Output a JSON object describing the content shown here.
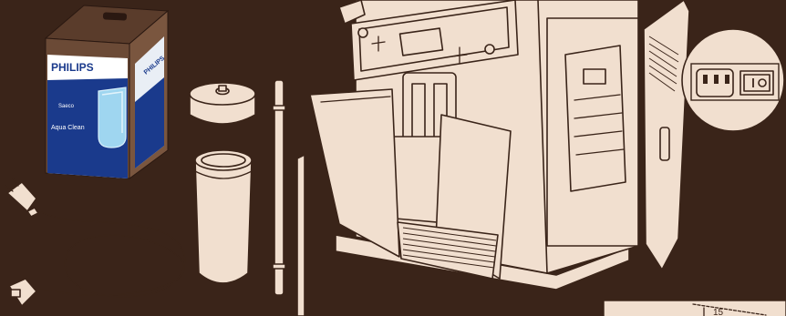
{
  "filter_box": {
    "brand": "PHILIPS",
    "sub_brand": "Saeco",
    "product_line": "Aqua Clean",
    "side_brand": "PHILIPS"
  },
  "dimension_label": "15",
  "colors": {
    "background": "#3a2419",
    "illustration_fill": "#f1dfcf",
    "outline": "#3a2419",
    "box_blue": "#1a3a8c",
    "box_brown": "#6b4a36"
  }
}
